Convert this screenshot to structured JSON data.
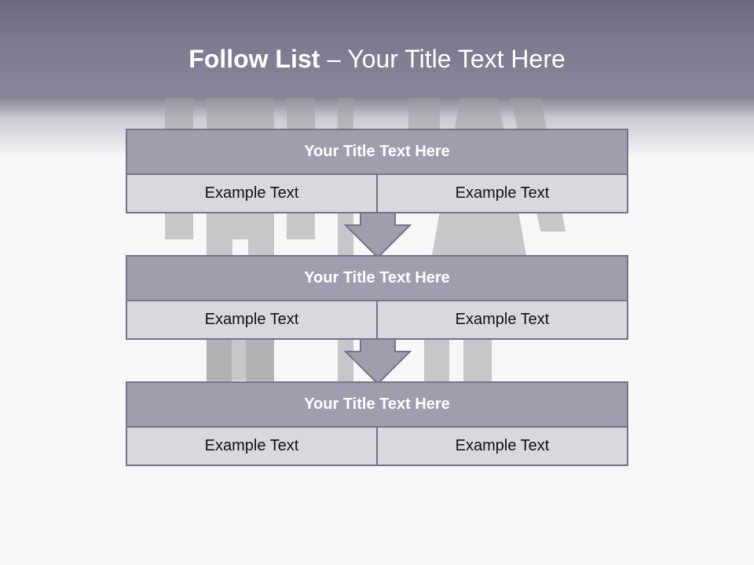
{
  "slide": {
    "title_bold": "Follow List",
    "title_rest": " – Your Title Text Here"
  },
  "steps": [
    {
      "title": "Your Title Text Here",
      "left": "Example Text",
      "right": "Example Text"
    },
    {
      "title": "Your Title Text Here",
      "left": "Example Text",
      "right": "Example Text"
    },
    {
      "title": "Your Title Text Here",
      "left": "Example Text",
      "right": "Example Text"
    }
  ],
  "colors": {
    "header_dark": "#6e6a7e",
    "box_title": "#a29dae",
    "box_border": "#76708a",
    "box_cell": "#dad8df",
    "arrow": "#a29dae"
  }
}
